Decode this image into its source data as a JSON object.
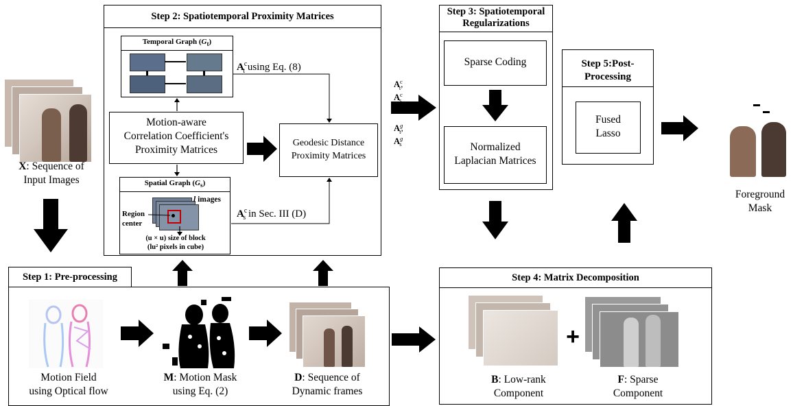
{
  "colors": {
    "arrow": "#000000",
    "box_border": "#000000",
    "scene": "#9b8f86",
    "sparse": "#8c8c8c"
  },
  "step1": {
    "title": "Step 1: Pre-processing",
    "motion_field_line1": "Motion Field",
    "motion_field_line2": "using Optical flow",
    "mask_bold": "M",
    "mask_line1": ": Motion Mask",
    "mask_line2": "using Eq. (2)",
    "dyn_bold": "D",
    "dyn_line1": ": Sequence of",
    "dyn_line2": "Dynamic frames"
  },
  "input": {
    "bold": "X",
    "line1": ": Sequence of",
    "line2": "Input Images"
  },
  "step2": {
    "title": "Step 2: Spatiotemporal Proximity Matrices",
    "temporal_graph_label": "Temporal Graph (",
    "temporal_graph_sym": "G",
    "temporal_graph_sub": "t",
    "graph_close": ")",
    "spatial_graph_label": "Spatial Graph (",
    "spatial_graph_sym": "G",
    "spatial_graph_sub": "s",
    "motion_line1": "Motion-aware",
    "motion_line2": "Correlation Coefficient's",
    "motion_line3": "Proximity Matrices",
    "geodesic_line1": "Geodesic Distance",
    "geodesic_line2": "Proximity Matrices",
    "at_sym": "A",
    "at_sup": "c",
    "at_sub": "t",
    "at_text": " using Eq. (8)",
    "as_sym": "A",
    "as_sup": "c",
    "as_sub": "s",
    "as_text": " in Sec. III (D)",
    "region_line1": "Region",
    "region_line2": "center",
    "l_images_sym": "l",
    "l_images_text": " images",
    "block_line1": "(u × u) size of block",
    "block_line2": "(lu² pixels in cube)"
  },
  "between_2_3": {
    "a1": "A",
    "a1_sup": "c",
    "a1_sub": "t",
    "a2": "A",
    "a2_sup": "c",
    "a2_sub": "s",
    "a3": "A",
    "a3_sup": "g",
    "a3_sub": "t",
    "a4": "A",
    "a4_sup": "g",
    "a4_sub": "s",
    "comma": ","
  },
  "step3": {
    "title_line1": "Step 3: Spatiotemporal",
    "title_line2": "Regularizations",
    "sparse_coding": "Sparse Coding",
    "laplacian_line1": "Normalized",
    "laplacian_line2": "Laplacian Matrices"
  },
  "step4": {
    "title": "Step 4: Matrix Decomposition",
    "b_bold": "B",
    "b_line1": ": Low-rank",
    "b_line2": "Component",
    "f_bold": "F",
    "f_line1": ": Sparse",
    "f_line2": "Component",
    "plus": "+"
  },
  "step5": {
    "title_line1": "Step 5:Post-",
    "title_line2": "Processing",
    "fused_line1": "Fused",
    "fused_line2": "Lasso"
  },
  "output": {
    "line1": "Foreground",
    "line2": "Mask"
  }
}
